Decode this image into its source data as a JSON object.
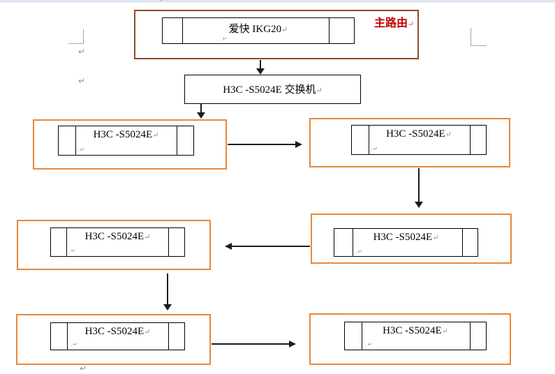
{
  "colors": {
    "top_box_border": "#8e4a26",
    "switch_box_border": "#e8883a",
    "annotation_red": "#c00000",
    "formatting_mark_gray": "#8f8f8f",
    "arrow_black": "#1c1c1c"
  },
  "diagram": {
    "router": {
      "label": "爱快 IKG20",
      "annotation": "主路由"
    },
    "core_switch": {
      "label": "H3C -S5024E 交换机"
    },
    "switches": [
      {
        "label": "H3C -S5024E"
      },
      {
        "label": "H3C -S5024E"
      },
      {
        "label": "H3C -S5024E"
      },
      {
        "label": "H3C -S5024E"
      },
      {
        "label": "H3C -S5024E"
      },
      {
        "label": "H3C -S5024E"
      }
    ],
    "pilcrow": "↵",
    "stub_mark": ".↵"
  }
}
